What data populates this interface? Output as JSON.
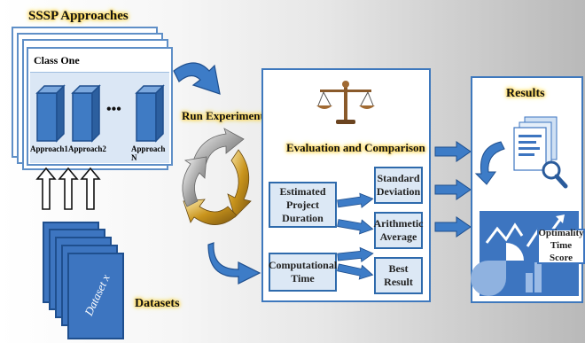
{
  "sssp": {
    "title": "SSSP Approaches",
    "class_label": "Class One",
    "approaches": [
      "Approach1",
      "Approach2",
      "Approach N"
    ],
    "ellipsis": "•••"
  },
  "datasets": {
    "label": "Datasets",
    "card_label": "Dataset x"
  },
  "cycle": {
    "label": "Run Experiments"
  },
  "evaluation": {
    "title": "Evaluation and Comparison",
    "inputs": [
      "Estimated Project Duration",
      "Computational Time"
    ],
    "outputs": [
      "Standard Deviation",
      "Arithmetic Average",
      "Best Result"
    ]
  },
  "results": {
    "title": "Results",
    "score_label": "Optimality Time Score"
  },
  "colors": {
    "accent_blue": "#3d75c0",
    "glow": "#ffd23a"
  }
}
